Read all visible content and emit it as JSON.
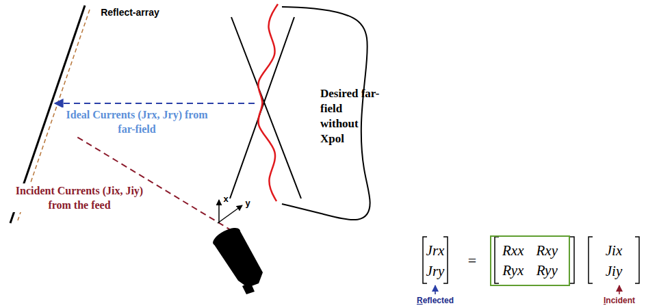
{
  "diagram": {
    "nodes": [
      {
        "text": [
          "Rxx",
          "Rxy",
          "Ryx",
          "Ryy"
        ]
      }
    ],
    "labels": [
      "Reflect-array",
      "Ideal Currents (Jrx, Jry) from far-field",
      "Incident Currents (Jix, Jiy) from the feed",
      "Desired far-field without Xpol",
      "x",
      "y",
      "Jrx",
      "Jry",
      "=",
      "Jix",
      "Jiy",
      "Reflected",
      "Incident"
    ]
  }
}
